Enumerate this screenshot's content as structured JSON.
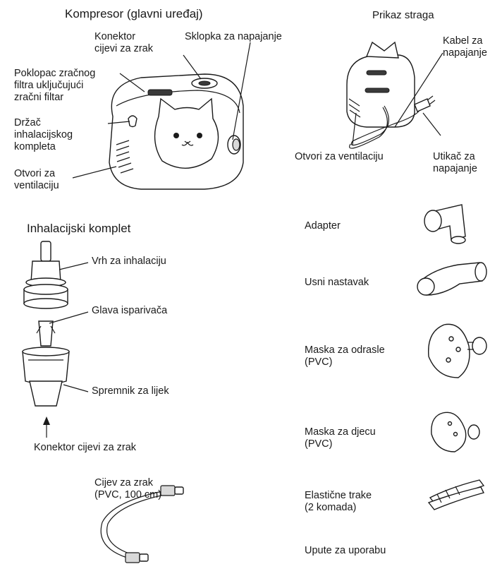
{
  "compressor": {
    "title": "Kompresor (glavni uređaj)",
    "labels": {
      "air_tube_connector": "Konektor\ncijevi za zrak",
      "power_switch": "Sklopka za napajanje",
      "filter_cover": "Poklopac zračnog\nfiltra uključujući\nzračni filtar",
      "kit_holder": "Držač\ninhalacijskog\nkompleta",
      "vents": "Otvori za\nventilaciju"
    }
  },
  "rear_view": {
    "title": "Prikaz straga",
    "labels": {
      "power_cable": "Kabel za\nnapajanje",
      "vents": "Otvori za ventilaciju",
      "plug": "Utikač za\nnapajanje"
    }
  },
  "inhalation_kit": {
    "title": "Inhalacijski komplet",
    "labels": {
      "tip": "Vrh za inhalaciju",
      "head": "Glava isparivača",
      "container": "Spremnik za lijek",
      "connector": "Konektor cijevi za zrak"
    }
  },
  "air_tube": {
    "label": "Cijev za zrak\n(PVC, 100 cm)"
  },
  "accessories": [
    {
      "label": "Adapter"
    },
    {
      "label": "Usni nastavak"
    },
    {
      "label": "Maska za odrasle\n(PVC)"
    },
    {
      "label": "Maska za djecu\n(PVC)"
    },
    {
      "label": "Elastične trake\n(2 komada)"
    },
    {
      "label": "Upute za uporabu"
    }
  ]
}
